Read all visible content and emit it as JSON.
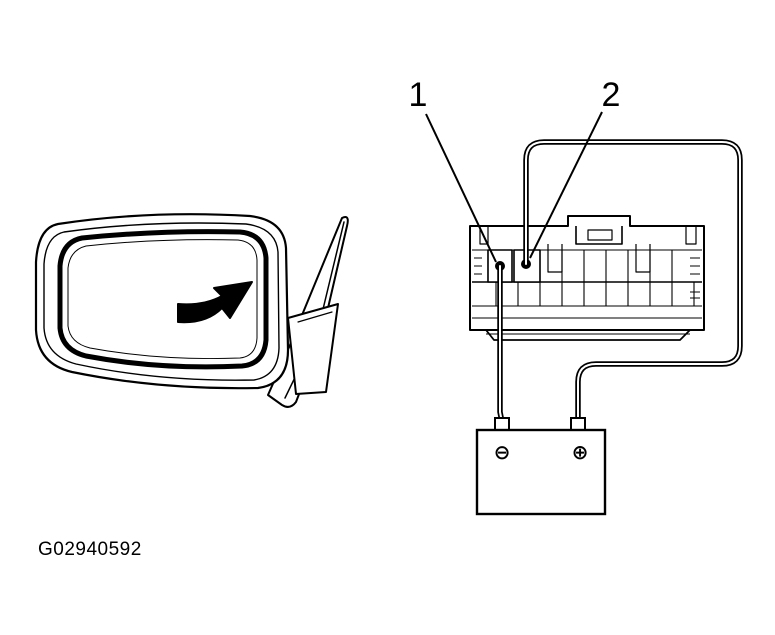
{
  "figure_code": "G02940592",
  "callouts": {
    "terminal_1": "1",
    "terminal_2": "2"
  },
  "battery": {
    "negative_sign": "⊖",
    "positive_sign": "⊕"
  },
  "colors": {
    "line": "#000000",
    "background": "#ffffff"
  }
}
